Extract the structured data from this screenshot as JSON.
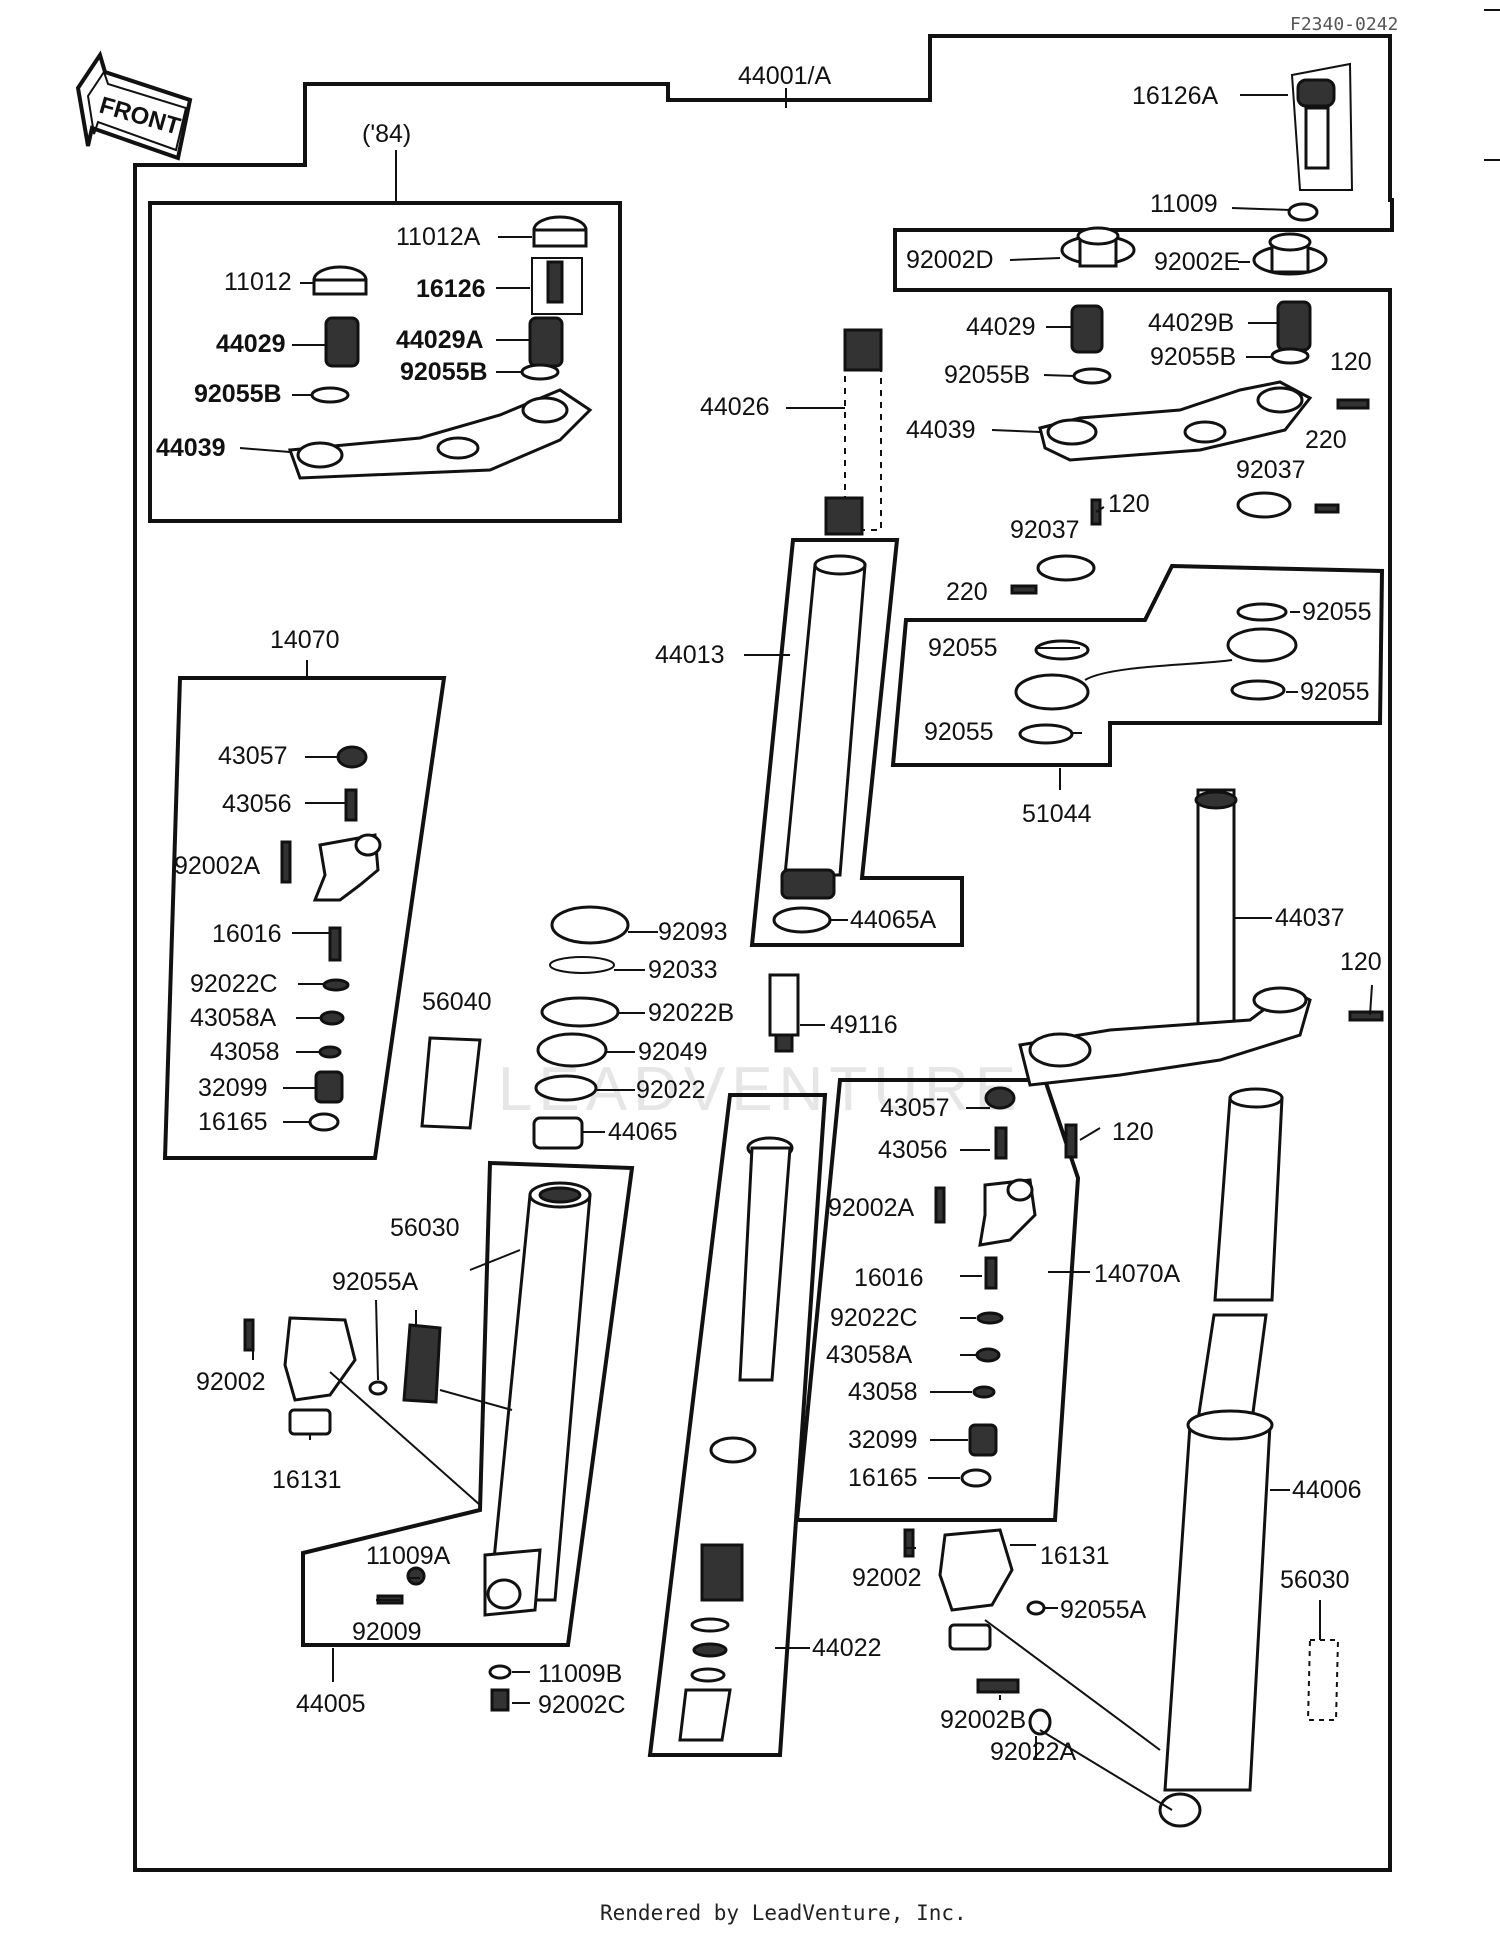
{
  "header": {
    "ref_code": "F2340-0242"
  },
  "front_label": "FRONT",
  "footer": {
    "credit": "Rendered by LeadVenture, Inc."
  },
  "watermark": "LEADVENTURE",
  "group_labels": {
    "year_84": "('84)",
    "outer_group": "44001/A",
    "left_fork_assy": "44005",
    "valve_left": "14070",
    "valve_right": "14070A",
    "bearing_set": "51044",
    "right_fork_outer": "44006"
  },
  "labels": [
    {
      "id": "l1",
      "text": "44001/A"
    },
    {
      "id": "l2",
      "text": "16126A"
    },
    {
      "id": "l3",
      "text": "11009"
    },
    {
      "id": "l4",
      "text": "92002D"
    },
    {
      "id": "l5",
      "text": "92002E"
    },
    {
      "id": "l6",
      "text": "('84)"
    },
    {
      "id": "l7",
      "text": "11012A"
    },
    {
      "id": "l8",
      "text": "11012"
    },
    {
      "id": "l9",
      "text": "16126"
    },
    {
      "id": "l10",
      "text": "44029"
    },
    {
      "id": "l11",
      "text": "44029A"
    },
    {
      "id": "l12",
      "text": "92055B"
    },
    {
      "id": "l13",
      "text": "92055B"
    },
    {
      "id": "l14",
      "text": "44039"
    },
    {
      "id": "l15",
      "text": "44029"
    },
    {
      "id": "l16",
      "text": "44029B"
    },
    {
      "id": "l17",
      "text": "92055B"
    },
    {
      "id": "l18",
      "text": "92055B"
    },
    {
      "id": "l19",
      "text": "120"
    },
    {
      "id": "l20",
      "text": "44026"
    },
    {
      "id": "l21",
      "text": "44039"
    },
    {
      "id": "l22",
      "text": "220"
    },
    {
      "id": "l23",
      "text": "92037"
    },
    {
      "id": "l24",
      "text": "120"
    },
    {
      "id": "l25",
      "text": "92037"
    },
    {
      "id": "l26",
      "text": "220"
    },
    {
      "id": "l27",
      "text": "44013"
    },
    {
      "id": "l28",
      "text": "92055"
    },
    {
      "id": "l29",
      "text": "92055"
    },
    {
      "id": "l30",
      "text": "92055"
    },
    {
      "id": "l31",
      "text": "92055"
    },
    {
      "id": "l32",
      "text": "51044"
    },
    {
      "id": "l33",
      "text": "14070"
    },
    {
      "id": "l34",
      "text": "43057"
    },
    {
      "id": "l35",
      "text": "43056"
    },
    {
      "id": "l36",
      "text": "92002A"
    },
    {
      "id": "l37",
      "text": "16016"
    },
    {
      "id": "l38",
      "text": "92022C"
    },
    {
      "id": "l39",
      "text": "43058A"
    },
    {
      "id": "l40",
      "text": "43058"
    },
    {
      "id": "l41",
      "text": "32099"
    },
    {
      "id": "l42",
      "text": "16165"
    },
    {
      "id": "l43",
      "text": "44065A"
    },
    {
      "id": "l44",
      "text": "92093"
    },
    {
      "id": "l45",
      "text": "92033"
    },
    {
      "id": "l46",
      "text": "92022B"
    },
    {
      "id": "l47",
      "text": "49116"
    },
    {
      "id": "l48",
      "text": "92049"
    },
    {
      "id": "l49",
      "text": "92022"
    },
    {
      "id": "l50",
      "text": "44065"
    },
    {
      "id": "l51",
      "text": "56040"
    },
    {
      "id": "l52",
      "text": "44037"
    },
    {
      "id": "l53",
      "text": "120"
    },
    {
      "id": "l54",
      "text": "120"
    },
    {
      "id": "l55",
      "text": "43057"
    },
    {
      "id": "l56",
      "text": "43056"
    },
    {
      "id": "l57",
      "text": "92002A"
    },
    {
      "id": "l58",
      "text": "16016"
    },
    {
      "id": "l59",
      "text": "14070A"
    },
    {
      "id": "l60",
      "text": "92022C"
    },
    {
      "id": "l61",
      "text": "43058A"
    },
    {
      "id": "l62",
      "text": "43058"
    },
    {
      "id": "l63",
      "text": "32099"
    },
    {
      "id": "l64",
      "text": "16165"
    },
    {
      "id": "l65",
      "text": "56030"
    },
    {
      "id": "l66",
      "text": "92055A"
    },
    {
      "id": "l67",
      "text": "92002"
    },
    {
      "id": "l68",
      "text": "16131"
    },
    {
      "id": "l69",
      "text": "44006"
    },
    {
      "id": "l70",
      "text": "16131"
    },
    {
      "id": "l71",
      "text": "92002"
    },
    {
      "id": "l72",
      "text": "92055A"
    },
    {
      "id": "l73",
      "text": "56030"
    },
    {
      "id": "l74",
      "text": "11009A"
    },
    {
      "id": "l75",
      "text": "92009"
    },
    {
      "id": "l76",
      "text": "44022"
    },
    {
      "id": "l77",
      "text": "44005"
    },
    {
      "id": "l78",
      "text": "11009B"
    },
    {
      "id": "l79",
      "text": "92002C"
    },
    {
      "id": "l80",
      "text": "92002B"
    },
    {
      "id": "l81",
      "text": "92022A"
    }
  ]
}
